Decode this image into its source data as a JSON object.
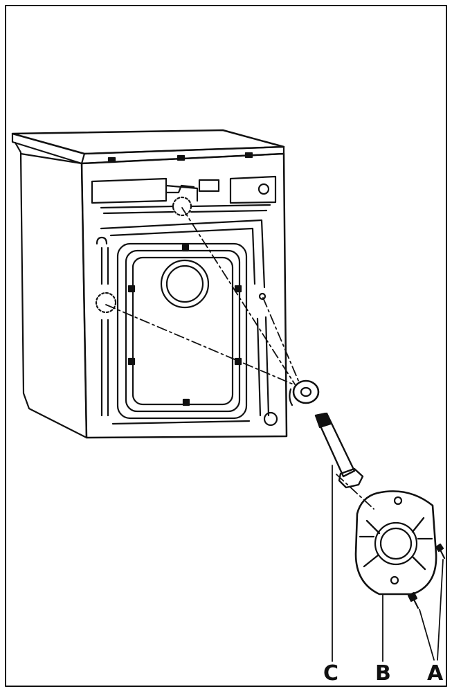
{
  "labels": {
    "c": "C",
    "b": "B",
    "a": "A"
  },
  "colors": {
    "ink": "#111111",
    "background": "#ffffff"
  }
}
